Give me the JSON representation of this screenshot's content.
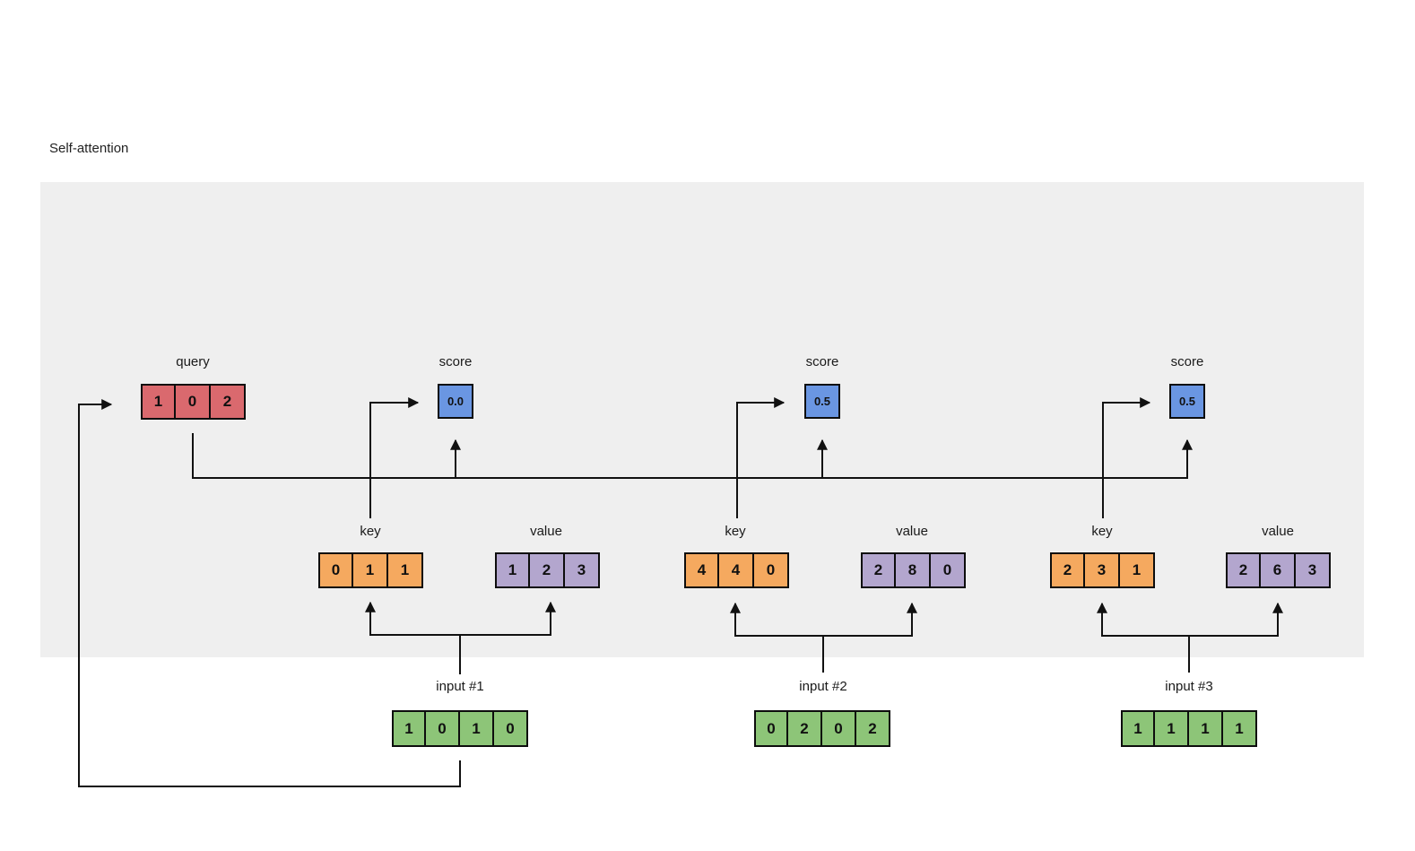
{
  "title": "Self-attention",
  "colors": {
    "query_red": "#da696e",
    "key_orange": "#f5a95f",
    "value_purple": "#b3a6ce",
    "score_blue": "#6a96e2",
    "input_green": "#8dc578",
    "panel_gray": "#efefef",
    "line_black": "#111111"
  },
  "query": {
    "label": "query",
    "cells": [
      "1",
      "0",
      "2"
    ]
  },
  "groups": [
    {
      "score": {
        "label": "score",
        "value": "0.0"
      },
      "key": {
        "label": "key",
        "cells": [
          "0",
          "1",
          "1"
        ]
      },
      "value": {
        "label": "value",
        "cells": [
          "1",
          "2",
          "3"
        ]
      },
      "input": {
        "label": "input #1",
        "cells": [
          "1",
          "0",
          "1",
          "0"
        ]
      }
    },
    {
      "score": {
        "label": "score",
        "value": "0.5"
      },
      "key": {
        "label": "key",
        "cells": [
          "4",
          "4",
          "0"
        ]
      },
      "value": {
        "label": "value",
        "cells": [
          "2",
          "8",
          "0"
        ]
      },
      "input": {
        "label": "input #2",
        "cells": [
          "0",
          "2",
          "0",
          "2"
        ]
      }
    },
    {
      "score": {
        "label": "score",
        "value": "0.5"
      },
      "key": {
        "label": "key",
        "cells": [
          "2",
          "3",
          "1"
        ]
      },
      "value": {
        "label": "value",
        "cells": [
          "2",
          "6",
          "3"
        ]
      },
      "input": {
        "label": "input #3",
        "cells": [
          "1",
          "1",
          "1",
          "1"
        ]
      }
    }
  ]
}
